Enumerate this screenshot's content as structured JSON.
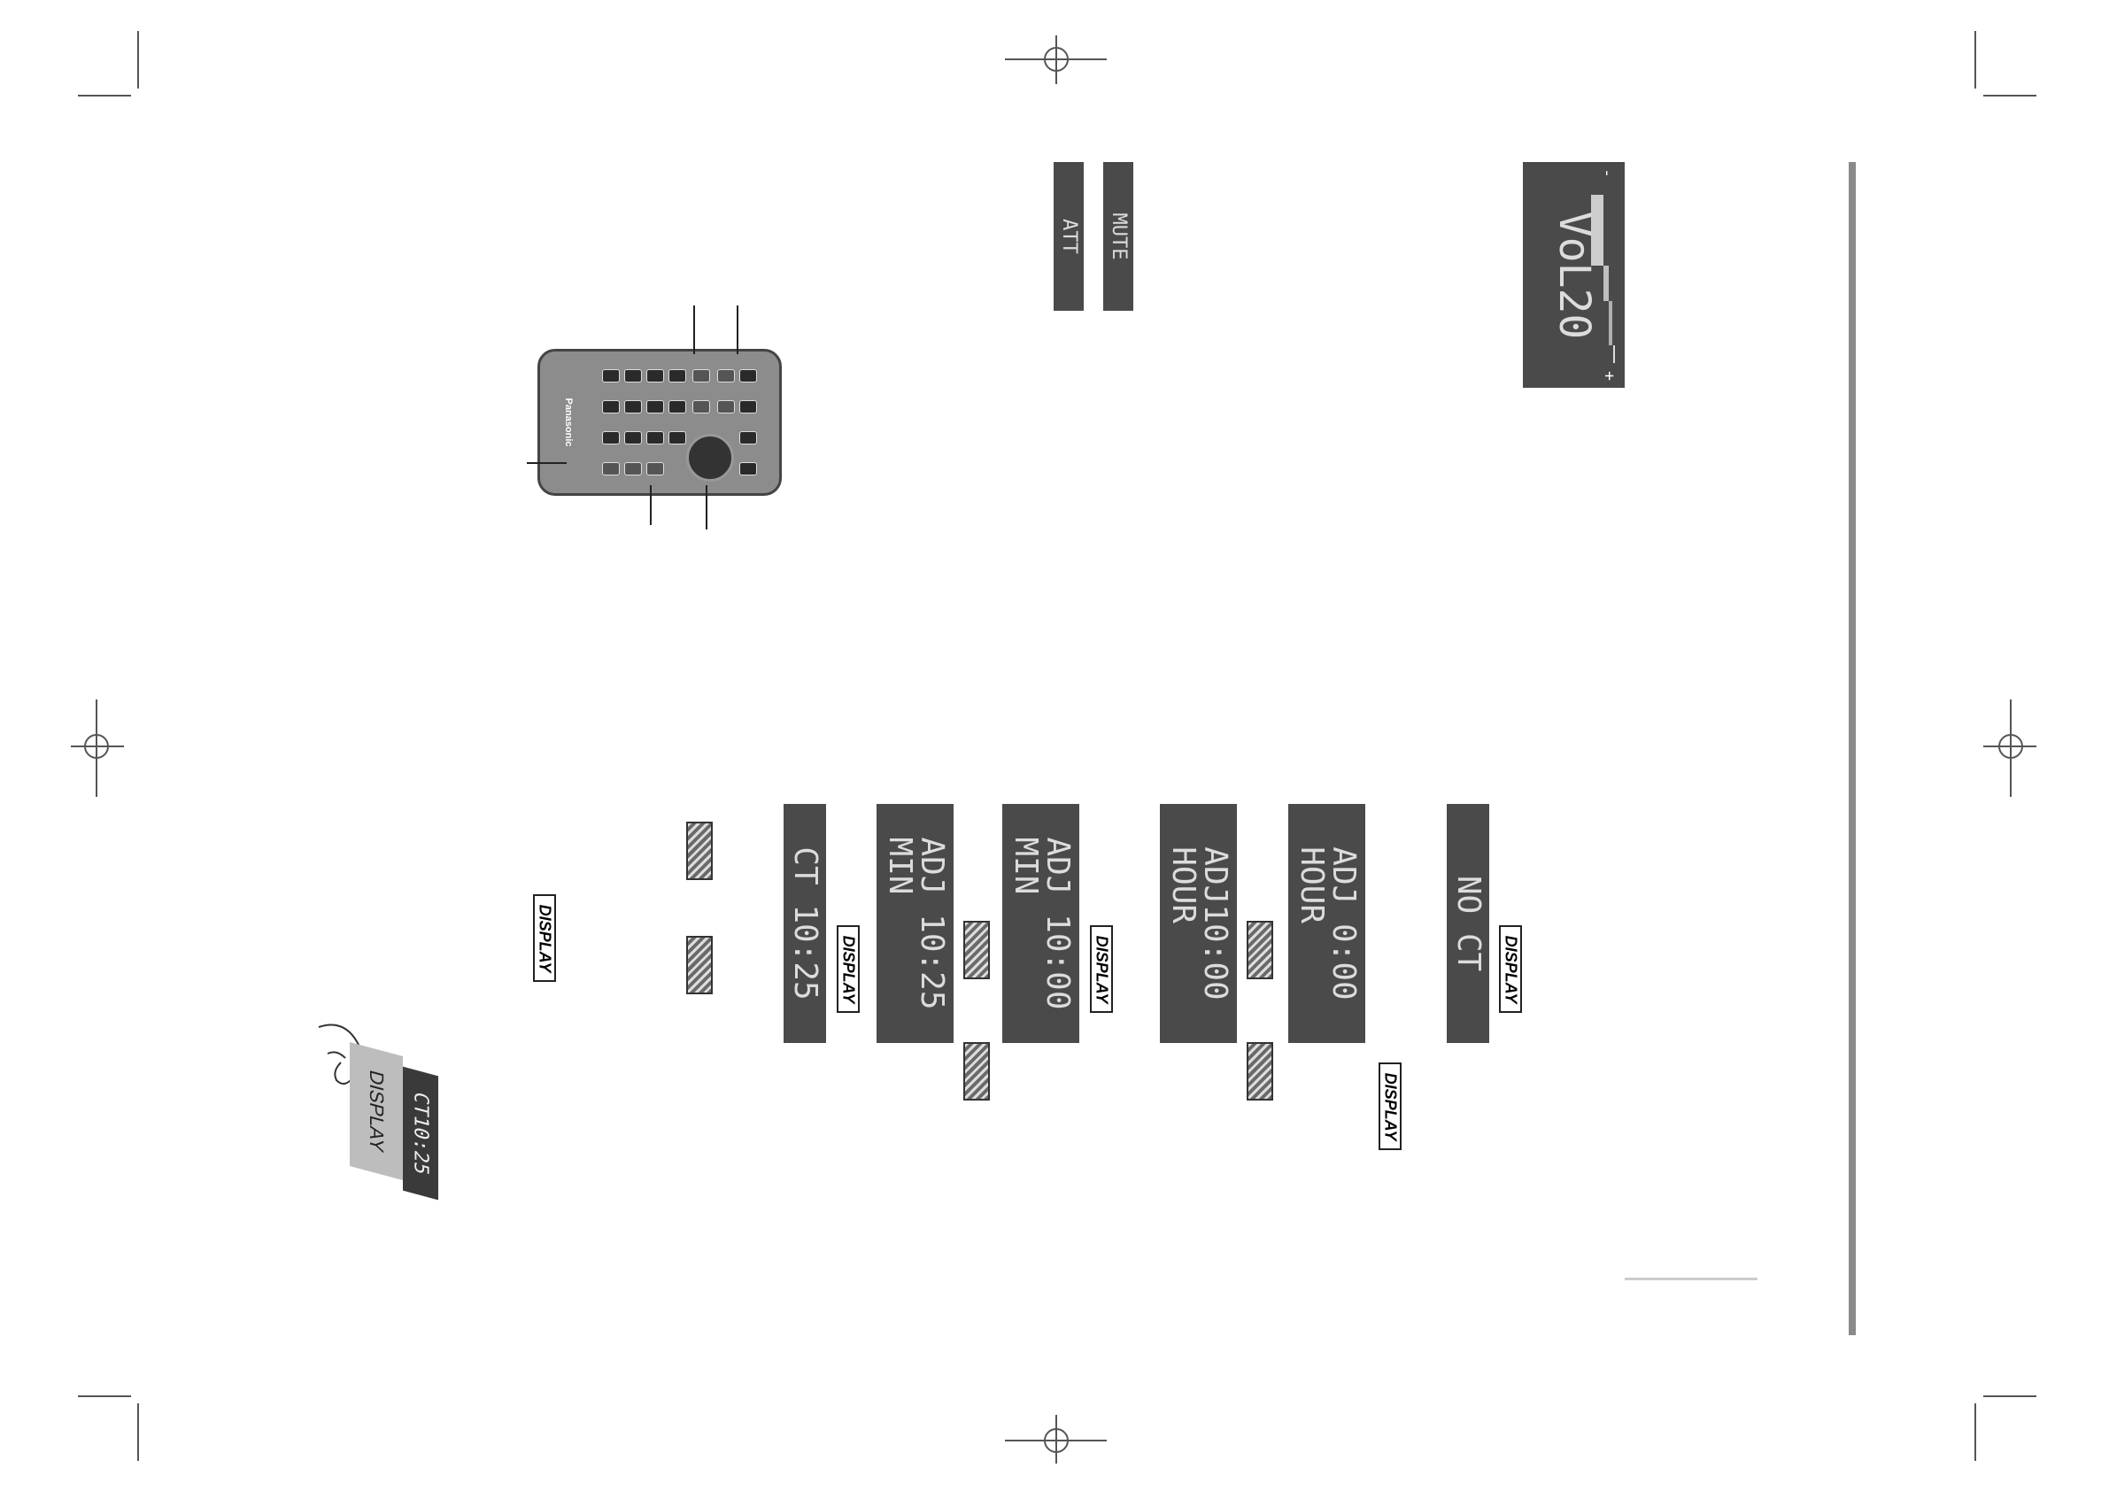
{
  "remote": {
    "brand": "Panasonic"
  },
  "volume_display": {
    "text": "VoL20",
    "minus": "-",
    "plus": "+"
  },
  "att_mute": {
    "att": "ATT",
    "mute": "MUTE"
  },
  "clock_sequence": {
    "display_key": "DISPLAY",
    "no_ct": "NO CT",
    "adj_hour_blink": "ADJ 0:00\nHOUR",
    "adj_hour": "ADJ10:00\nHOUR",
    "adj_min_blink": "ADJ 10:00\nMIN",
    "adj_min": "ADJ 10:25\nMIN",
    "ct_final": "CT 10:25"
  },
  "illustration": {
    "key_label": "DISPLAY",
    "screen_text": "CT10:25"
  },
  "colors": {
    "lcd_bg": "#4a4a4a",
    "lcd_text": "#dcdcdc",
    "sidebar": "#8a8a8a"
  }
}
